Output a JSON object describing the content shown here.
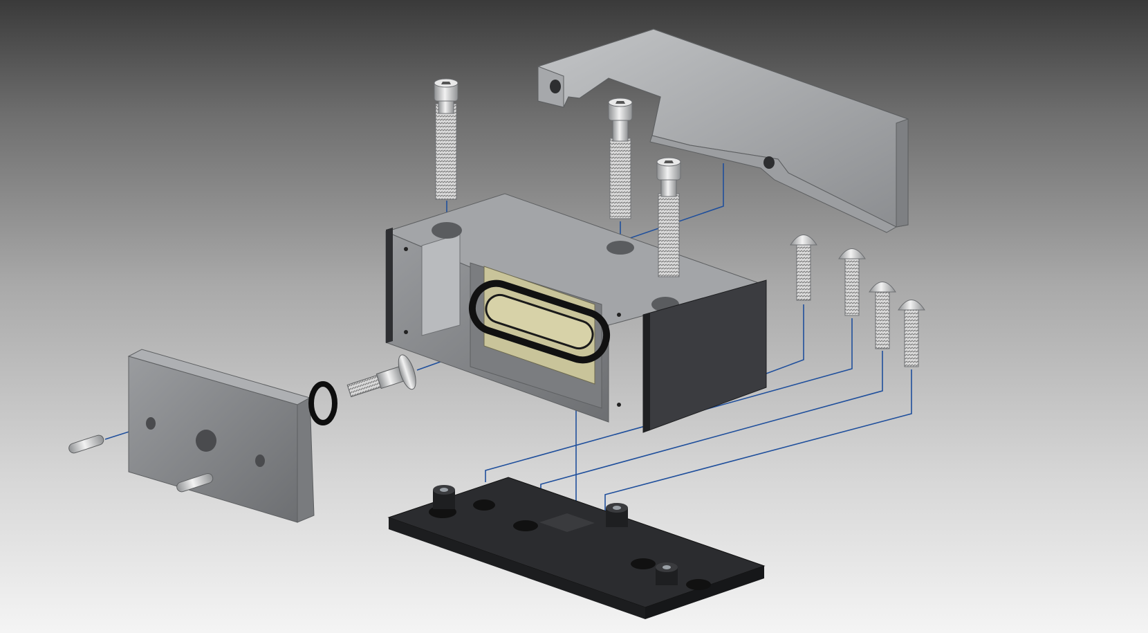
{
  "window": {
    "background_top": "#3a3a3a",
    "background_bottom": "#f4f4f4"
  },
  "colors": {
    "metal_light": "#b4b6b8",
    "metal_mid": "#8a8c8f",
    "metal_dark": "#6a6c6f",
    "black_part": "#26272a",
    "black_face": "#3b3c40",
    "gasket": "#111111",
    "insert": "#c9c49a",
    "trail": "#1f4f9c"
  },
  "scene": {
    "parts": [
      {
        "name": "cover-plate",
        "kind": "bent sheet metal"
      },
      {
        "name": "housing-block",
        "kind": "block"
      },
      {
        "name": "end-plate",
        "kind": "dark plate"
      },
      {
        "name": "gasket-insert",
        "kind": "oval seal"
      },
      {
        "name": "side-block",
        "kind": "block"
      },
      {
        "name": "base-plate",
        "kind": "black bracket"
      },
      {
        "name": "socket-cap-screw",
        "count": 3
      },
      {
        "name": "button-head-screw",
        "count": 4
      },
      {
        "name": "dowel-pin",
        "count": 2
      },
      {
        "name": "o-ring",
        "count": 1
      },
      {
        "name": "shoulder-screw",
        "count": 1
      }
    ]
  }
}
